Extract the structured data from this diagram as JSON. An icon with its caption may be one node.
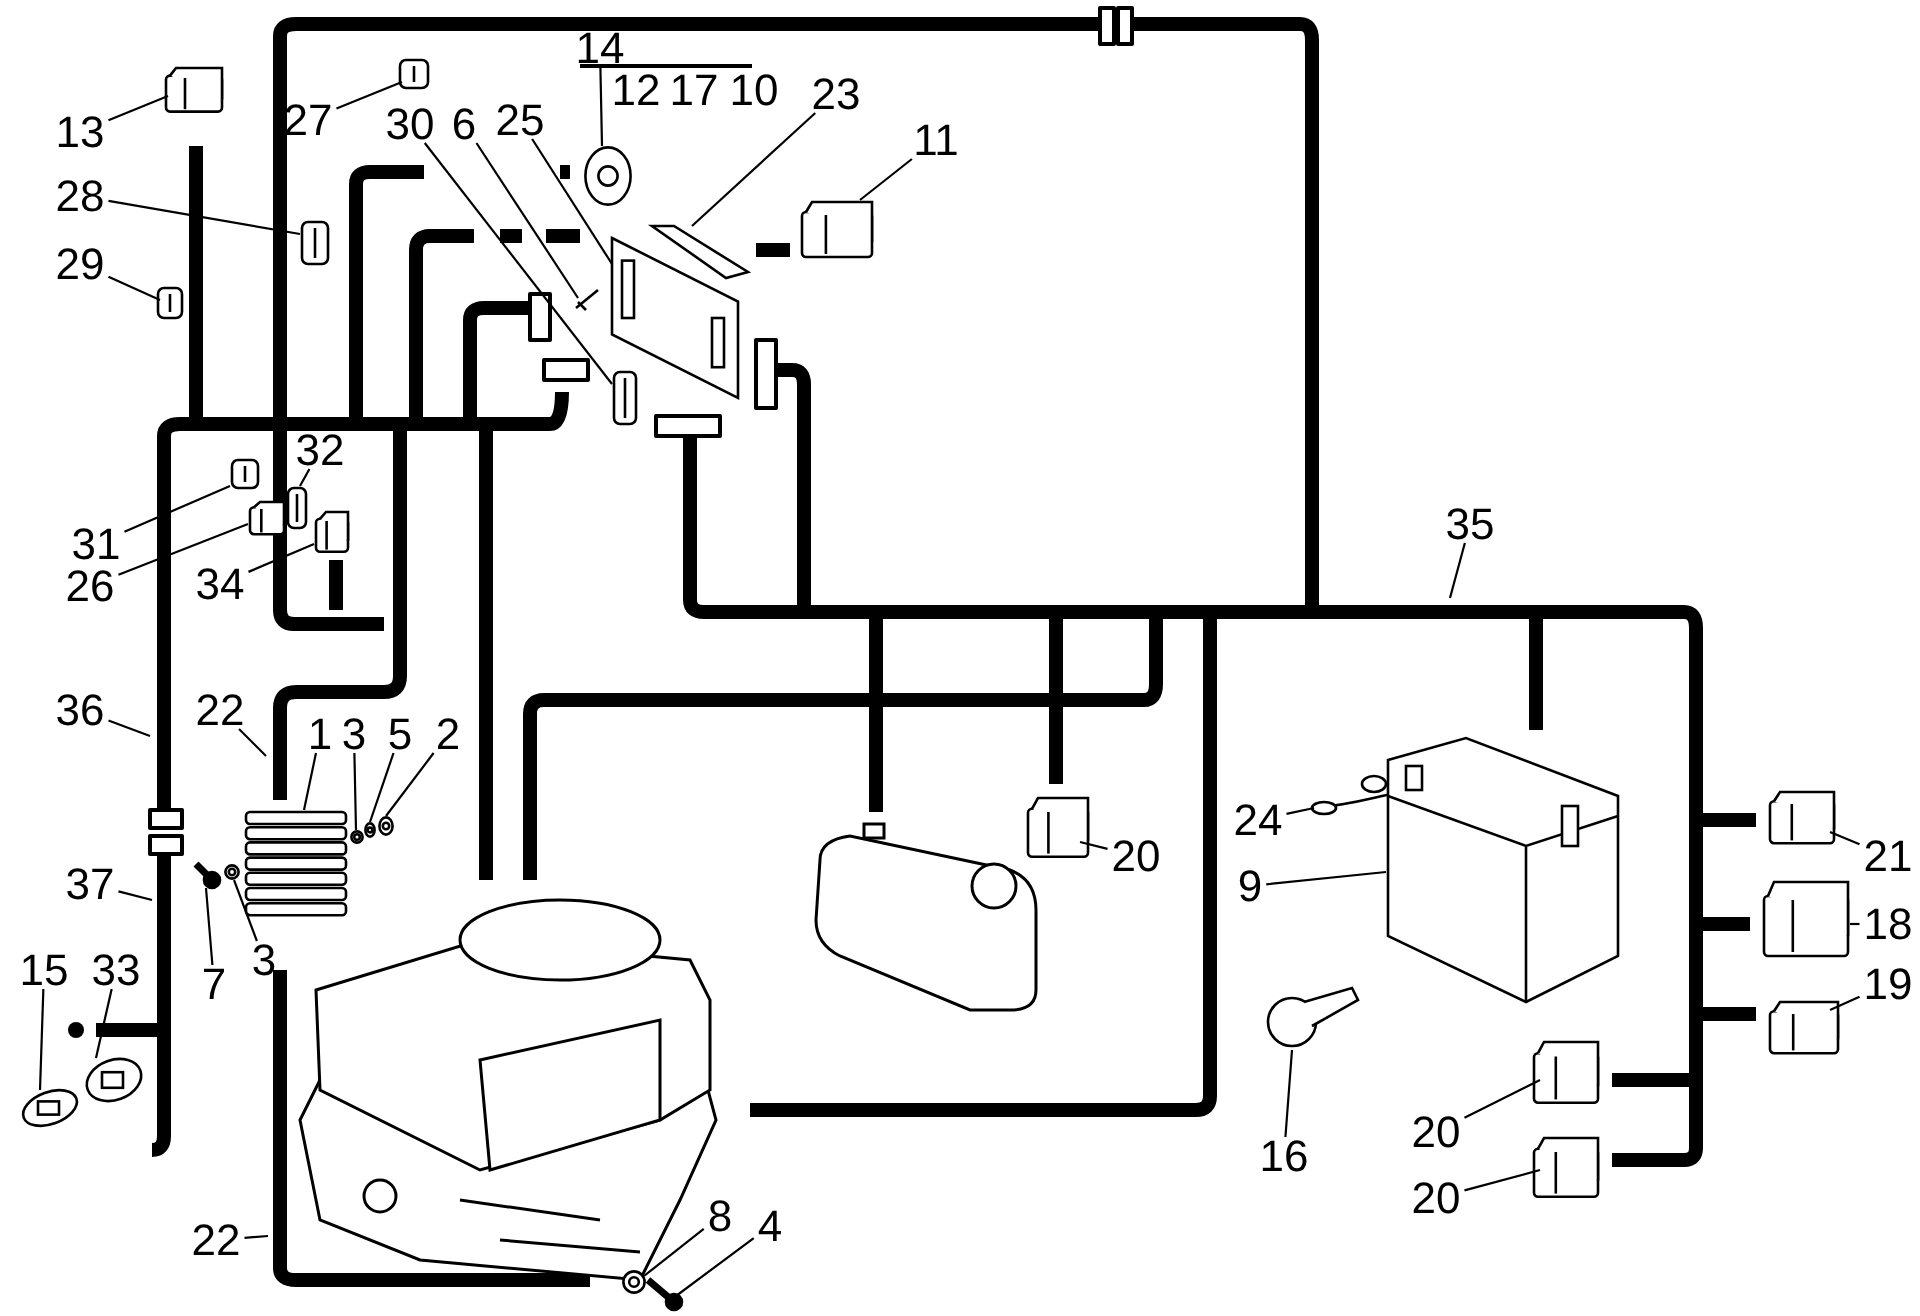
{
  "diagram": {
    "nodes": [
      {
        "text": [
          "13"
        ]
      },
      {
        "text": [],
        "shape": "picture"
      },
      {
        "text": [
          "27"
        ]
      },
      {
        "text": [],
        "shape": "picture"
      },
      {
        "text": [
          "14"
        ]
      },
      {
        "text": [],
        "shape": "picture"
      },
      {
        "text": [
          "30"
        ]
      },
      {
        "text": [],
        "shape": "picture"
      },
      {
        "text": [
          "6"
        ]
      },
      {
        "text": [],
        "shape": "picture"
      },
      {
        "text": [
          "25"
        ]
      },
      {
        "text": [],
        "shape": "picture"
      },
      {
        "text": [
          "23"
        ]
      },
      {
        "text": [],
        "shape": "picture"
      },
      {
        "text": [
          "11"
        ]
      },
      {
        "text": [],
        "shape": "picture"
      },
      {
        "text": [
          "28"
        ]
      },
      {
        "text": [],
        "shape": "picture"
      },
      {
        "text": [
          "29"
        ]
      },
      {
        "text": [],
        "shape": "picture"
      },
      {
        "text": [
          "32"
        ]
      },
      {
        "text": [],
        "shape": "picture"
      },
      {
        "text": [
          "31"
        ]
      },
      {
        "text": [],
        "shape": "picture"
      },
      {
        "text": [
          "26"
        ]
      },
      {
        "text": [],
        "shape": "picture"
      },
      {
        "text": [
          "34"
        ]
      },
      {
        "text": [],
        "shape": "picture"
      },
      {
        "text": [
          "36"
        ]
      },
      {
        "text": [
          "22"
        ]
      },
      {
        "text": [
          "1"
        ]
      },
      {
        "text": [],
        "shape": "picture"
      },
      {
        "text": [
          "3"
        ]
      },
      {
        "text": [],
        "shape": "picture"
      },
      {
        "text": [
          "5"
        ]
      },
      {
        "text": [],
        "shape": "picture"
      },
      {
        "text": [
          "2"
        ]
      },
      {
        "text": [],
        "shape": "picture"
      },
      {
        "text": [
          "37"
        ]
      },
      {
        "text": [
          "7"
        ]
      },
      {
        "text": [],
        "shape": "picture"
      },
      {
        "text": [
          "3"
        ]
      },
      {
        "text": [],
        "shape": "picture"
      },
      {
        "text": [
          "15"
        ]
      },
      {
        "text": [],
        "shape": "picture"
      },
      {
        "text": [
          "33"
        ]
      },
      {
        "text": [],
        "shape": "picture"
      },
      {
        "text": [
          "22"
        ]
      },
      {
        "text": [
          "8"
        ]
      },
      {
        "text": [],
        "shape": "picture"
      },
      {
        "text": [
          "4"
        ]
      },
      {
        "text": [],
        "shape": "picture"
      },
      {
        "text": [
          "35"
        ]
      },
      {
        "text": [
          "20"
        ]
      },
      {
        "text": [],
        "shape": "picture"
      },
      {
        "text": [
          "24"
        ]
      },
      {
        "text": [],
        "shape": "picture"
      },
      {
        "text": [
          "9"
        ]
      },
      {
        "text": [],
        "shape": "picture"
      },
      {
        "text": [
          "21"
        ]
      },
      {
        "text": [],
        "shape": "picture"
      },
      {
        "text": [
          "18"
        ]
      },
      {
        "text": [],
        "shape": "picture"
      },
      {
        "text": [
          "19"
        ]
      },
      {
        "text": [],
        "shape": "picture"
      },
      {
        "text": [
          "16"
        ]
      },
      {
        "text": [],
        "shape": "picture"
      },
      {
        "text": [
          "20"
        ]
      },
      {
        "text": [],
        "shape": "picture"
      },
      {
        "text": [
          "20"
        ]
      },
      {
        "text": [],
        "shape": "picture"
      }
    ],
    "edges": [
      {
        "from": 0,
        "to": 1,
        "arrow": "none"
      },
      {
        "from": 2,
        "to": 3,
        "arrow": "none"
      },
      {
        "from": 4,
        "to": 5,
        "arrow": "none"
      },
      {
        "from": 6,
        "to": 7,
        "arrow": "none"
      },
      {
        "from": 8,
        "to": 9,
        "arrow": "none"
      },
      {
        "from": 10,
        "to": 11,
        "arrow": "none"
      },
      {
        "from": 12,
        "to": 13,
        "arrow": "none"
      },
      {
        "from": 14,
        "to": 15,
        "arrow": "none"
      },
      {
        "from": 16,
        "to": 17,
        "arrow": "none"
      },
      {
        "from": 18,
        "to": 19,
        "arrow": "none"
      },
      {
        "from": 20,
        "to": 21,
        "arrow": "none"
      },
      {
        "from": 22,
        "to": 23,
        "arrow": "none"
      },
      {
        "from": 24,
        "to": 25,
        "arrow": "none"
      },
      {
        "from": 26,
        "to": 27,
        "arrow": "none"
      },
      {
        "from": 28,
        "to": null,
        "arrow": "none"
      },
      {
        "from": 29,
        "to": null,
        "arrow": "none"
      },
      {
        "from": 30,
        "to": 31,
        "arrow": "none"
      },
      {
        "from": 32,
        "to": 33,
        "arrow": "none"
      },
      {
        "from": 34,
        "to": 35,
        "arrow": "none"
      },
      {
        "from": 36,
        "to": 37,
        "arrow": "none"
      },
      {
        "from": 38,
        "to": null,
        "arrow": "none"
      },
      {
        "from": 39,
        "to": 40,
        "arrow": "none"
      },
      {
        "from": 41,
        "to": 42,
        "arrow": "none"
      },
      {
        "from": 43,
        "to": 44,
        "arrow": "none"
      },
      {
        "from": 45,
        "to": 46,
        "arrow": "none"
      },
      {
        "from": 47,
        "to": null,
        "arrow": "none"
      },
      {
        "from": 48,
        "to": 49,
        "arrow": "none"
      },
      {
        "from": 50,
        "to": 51,
        "arrow": "none"
      },
      {
        "from": 52,
        "to": null,
        "arrow": "none"
      },
      {
        "from": 53,
        "to": 54,
        "arrow": "none"
      },
      {
        "from": 55,
        "to": 56,
        "arrow": "none"
      },
      {
        "from": 57,
        "to": 58,
        "arrow": "none"
      },
      {
        "from": 59,
        "to": 60,
        "arrow": "none"
      },
      {
        "from": 61,
        "to": 62,
        "arrow": "none"
      },
      {
        "from": 63,
        "to": 64,
        "arrow": "none"
      },
      {
        "from": 65,
        "to": 66,
        "arrow": "none"
      },
      {
        "from": 67,
        "to": 68,
        "arrow": "none"
      },
      {
        "from": 69,
        "to": 70,
        "arrow": "none"
      }
    ],
    "labels": [
      "12",
      "17",
      "10"
    ]
  }
}
